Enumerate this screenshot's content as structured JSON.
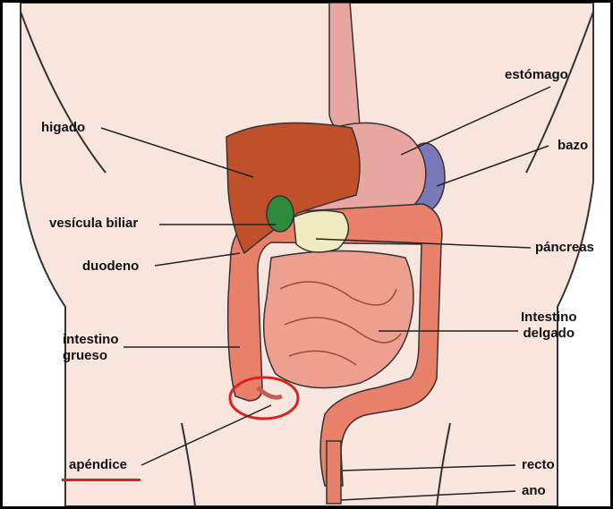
{
  "labels": {
    "higado": "higado",
    "estomago": "estómago",
    "bazo": "bazo",
    "vesicula": "vesícula biliar",
    "pancreas": "páncreas",
    "duodeno": "duodeno",
    "intestino_grueso": "intestino\ngrueso",
    "intestino_delgado": "Intestino\ndelgado",
    "apendice": "apéndice",
    "recto": "recto",
    "ano": "ano"
  },
  "highlight": {
    "circle_color": "#e02020",
    "underline_color": "#d42020"
  },
  "colors": {
    "skin": "#f8e6de",
    "liver": "#c0502a",
    "stomach": "#e8a6a0",
    "spleen": "#7a78b8",
    "gallbladder": "#2e8a3a",
    "pancreas": "#f0ecc0",
    "intestine": "#e8806a"
  }
}
